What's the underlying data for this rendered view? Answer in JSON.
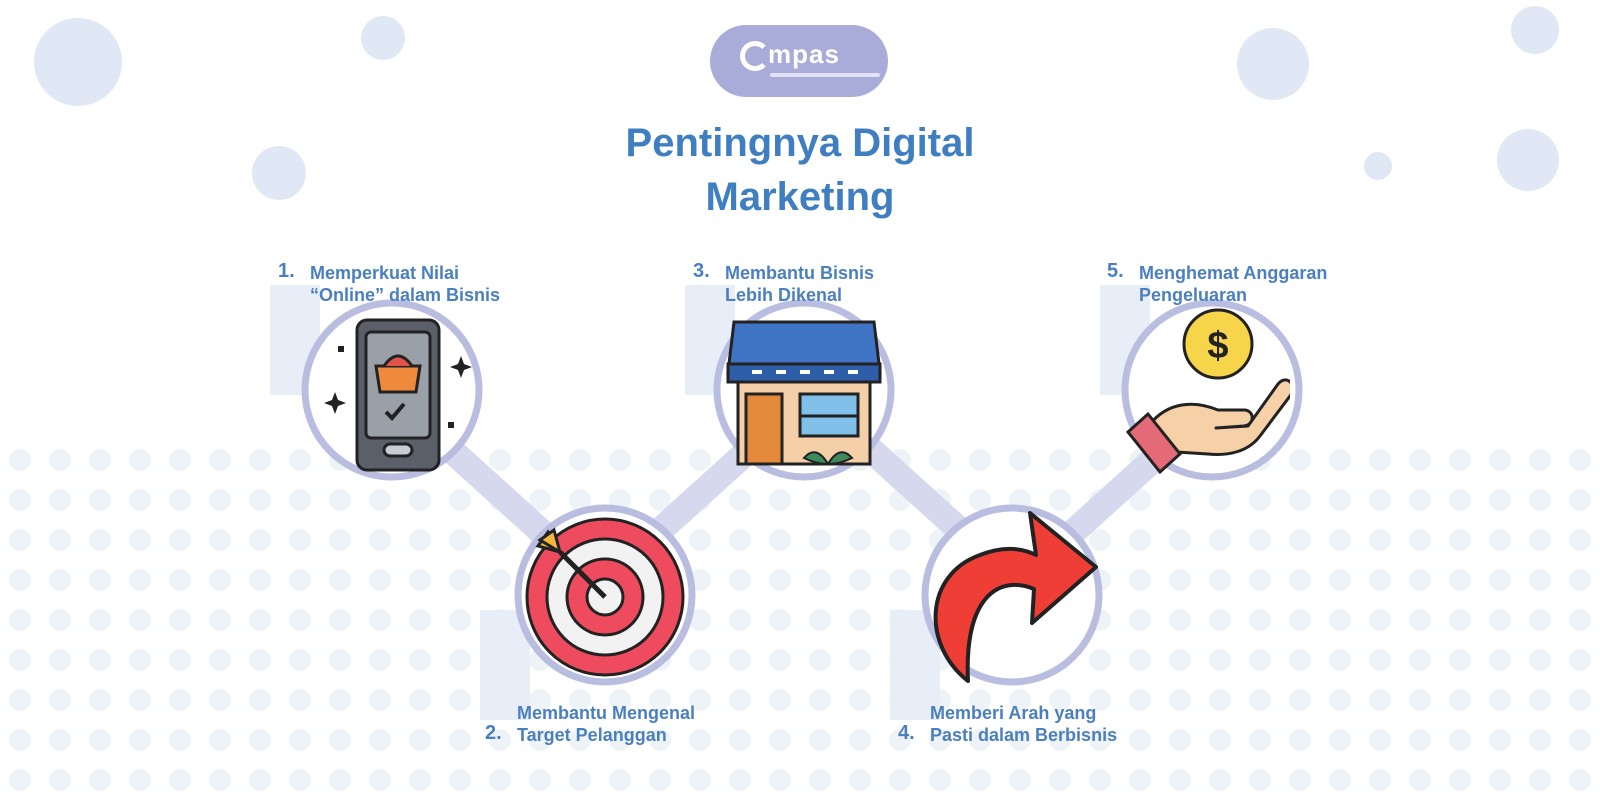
{
  "logo": {
    "text": "mpas"
  },
  "title": {
    "line1": "Pentingnya Digital",
    "line2": "Marketing"
  },
  "steps": [
    {
      "num": "1.",
      "line1": "Memperkuat Nilai",
      "line2": "“Online” dalam Bisnis",
      "icon": "smartphone-shopping-icon"
    },
    {
      "num": "2.",
      "line1": "Membantu Mengenal",
      "line2": "Target Pelanggan",
      "icon": "target-arrow-icon"
    },
    {
      "num": "3.",
      "line1": "Membantu Bisnis",
      "line2": "Lebih Dikenal",
      "icon": "store-icon"
    },
    {
      "num": "4.",
      "line1": "Memberi Arah yang",
      "line2": "Pasti dalam Berbisnis",
      "icon": "curved-arrow-icon"
    },
    {
      "num": "5.",
      "line1": "Menghemat Anggaran",
      "line2": "Pengeluaran",
      "icon": "hand-coin-icon"
    }
  ],
  "colors": {
    "title": "#3f7fc1",
    "ring": "#b9bde0",
    "accent": "#ef4b55",
    "coin": "#f6d54a"
  }
}
